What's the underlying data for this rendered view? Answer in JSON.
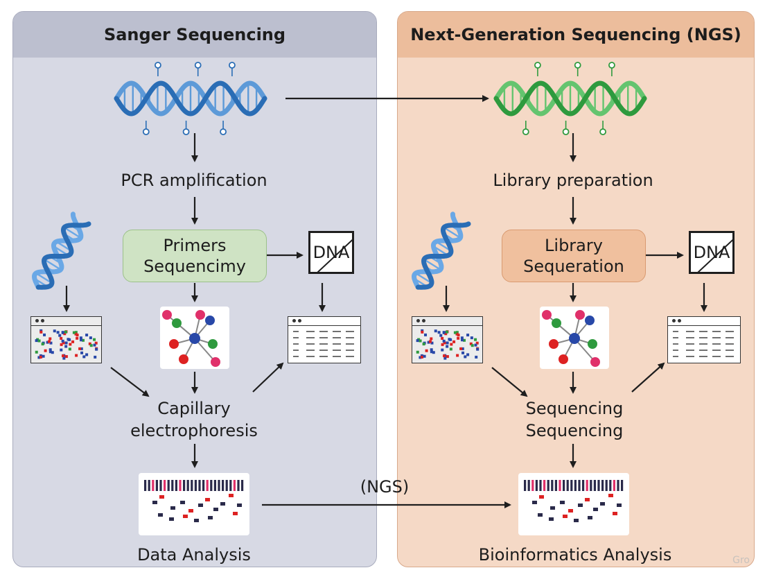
{
  "left_panel": {
    "title": "Sanger Sequencing",
    "step1": "PCR amplification",
    "box_line1": "Primers",
    "box_line2": "Sequencimy",
    "dna_label": "DNA",
    "step2_line1": "Capillary",
    "step2_line2": "electrophoresis",
    "final": "Data Analysis"
  },
  "right_panel": {
    "title": "Next-Generation Sequencing (NGS)",
    "step1": "Library preparation",
    "box_line1": "Library",
    "box_line2": "Sequeration",
    "dna_label": "DNA",
    "step2_line1": "Sequencing",
    "step2_line2": "Sequencing",
    "final": "Bioinformatics Analysis"
  },
  "connector_label": "(NGS)",
  "watermark": "Gro",
  "colors": {
    "left_bg": "#d7d9e4",
    "left_header": "#bcbfcf",
    "right_bg": "#f5d9c6",
    "right_header": "#ecbd9c",
    "green_box": "#cfe3c4",
    "orange_box": "#f0c09e",
    "dna_blue": "#2a6db5",
    "dna_green": "#2e9a3e"
  }
}
